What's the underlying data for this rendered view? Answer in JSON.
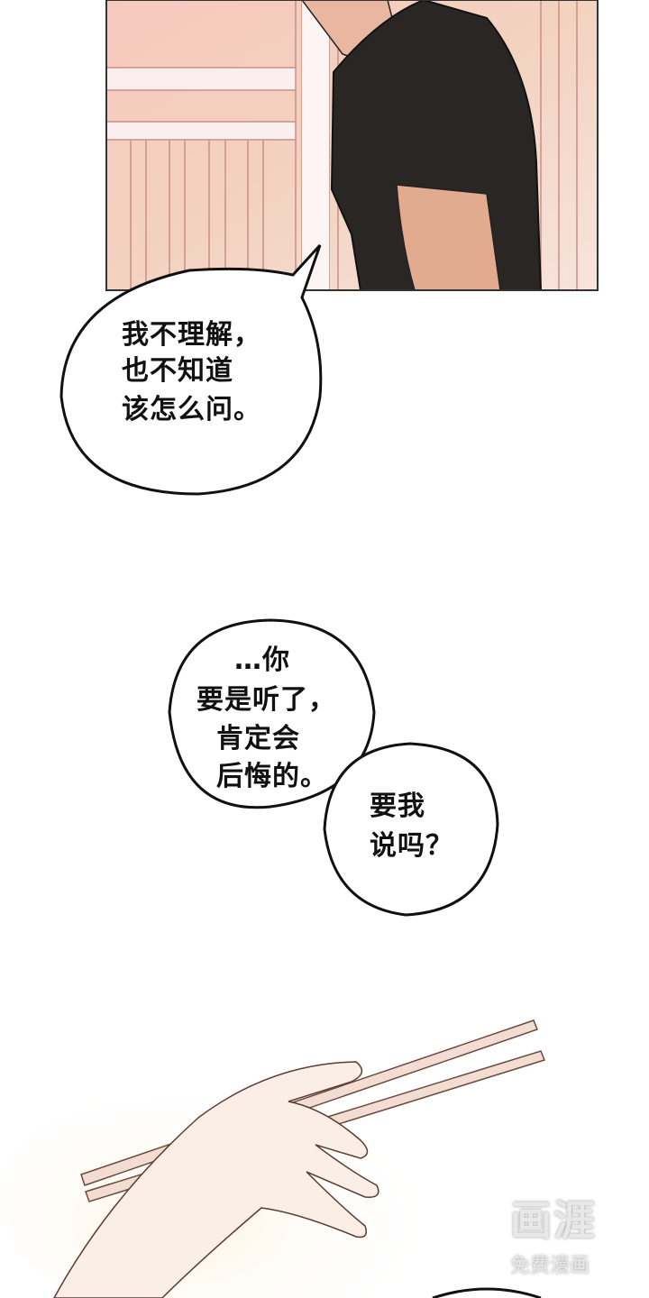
{
  "bubbles": [
    {
      "lines": [
        "我不理解，",
        "也不知道",
        "该怎么问。"
      ]
    },
    {
      "lines": [
        "…你",
        "要是听了，",
        "肯定会",
        "后悔的。"
      ]
    },
    {
      "lines": [
        "要我",
        "说吗？"
      ]
    }
  ],
  "watermark": {
    "title": "画涯",
    "subtitle": "免费漫画"
  },
  "colors": {
    "sky": "#f4c6b8",
    "shirt": "#2a2624",
    "skin": "#e8b49a",
    "frame": "#333333"
  }
}
